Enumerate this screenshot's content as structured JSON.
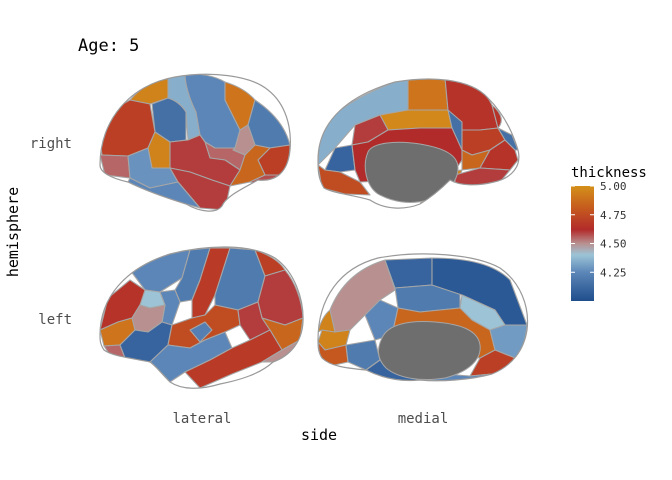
{
  "chart_data": {
    "type": "heatmap",
    "title": "Age: 5",
    "xlabel": "side",
    "ylabel": "hemisphere",
    "x_categories": [
      "lateral",
      "medial"
    ],
    "y_categories": [
      "right",
      "left"
    ],
    "legend": {
      "title": "thickness",
      "placement": "right",
      "min": 4.0,
      "max": 5.0,
      "ticks": [
        4.25,
        4.5,
        4.75,
        5.0
      ],
      "tick_labels": [
        "4.25",
        "4.50",
        "4.75",
        "5.00"
      ],
      "gradient": [
        {
          "value": 4.0,
          "color": "#1F4E8C"
        },
        {
          "value": 4.25,
          "color": "#5C86B8"
        },
        {
          "value": 4.4,
          "color": "#9CC4D6"
        },
        {
          "value": 4.5,
          "color": "#B89090"
        },
        {
          "value": 4.62,
          "color": "#B22B2B"
        },
        {
          "value": 4.8,
          "color": "#C5581E"
        },
        {
          "value": 5.0,
          "color": "#D4901A"
        }
      ]
    },
    "panels": [
      {
        "hemisphere": "right",
        "side": "lateral",
        "regions": [
          {
            "value": 4.95
          },
          {
            "value": 4.15
          },
          {
            "value": 4.35
          },
          {
            "value": 4.25
          },
          {
            "value": 4.9
          },
          {
            "value": 4.7
          },
          {
            "value": 4.55
          },
          {
            "value": 4.2
          },
          {
            "value": 4.7
          },
          {
            "value": 4.5
          },
          {
            "value": 4.55
          },
          {
            "value": 4.95
          },
          {
            "value": 4.28
          },
          {
            "value": 4.6
          },
          {
            "value": 4.6
          },
          {
            "value": 4.85
          },
          {
            "value": 4.58
          },
          {
            "value": 4.25
          }
        ]
      },
      {
        "hemisphere": "right",
        "side": "medial",
        "regions": [
          {
            "value": 4.35
          },
          {
            "value": 4.9
          },
          {
            "value": 4.65
          },
          {
            "value": 4.97
          },
          {
            "value": 4.6
          },
          {
            "value": 4.1
          },
          {
            "value": 4.75
          },
          {
            "value": 4.62
          },
          {
            "value": 4.15
          },
          {
            "value": 4.7
          },
          {
            "value": 4.65
          },
          {
            "value": 4.85
          },
          {
            "value": 4.65
          },
          {
            "value": 4.15
          },
          {
            "value": 4.95
          },
          {
            "value": 4.6
          }
        ]
      },
      {
        "hemisphere": "left",
        "side": "lateral",
        "regions": [
          {
            "value": 4.25
          },
          {
            "value": 4.2
          },
          {
            "value": 4.4
          },
          {
            "value": 4.65
          },
          {
            "value": 4.25
          },
          {
            "value": 4.68
          },
          {
            "value": 4.2
          },
          {
            "value": 4.5
          },
          {
            "value": 4.7
          },
          {
            "value": 4.6
          },
          {
            "value": 4.9
          },
          {
            "value": 4.55
          },
          {
            "value": 4.1
          },
          {
            "value": 4.75
          },
          {
            "value": 4.6
          },
          {
            "value": 4.85
          },
          {
            "value": 4.25
          },
          {
            "value": 4.68
          },
          {
            "value": 4.5
          },
          {
            "value": 4.22
          }
        ]
      },
      {
        "hemisphere": "left",
        "side": "medial",
        "regions": [
          {
            "value": 4.5
          },
          {
            "value": 4.1
          },
          {
            "value": 4.2
          },
          {
            "value": 4.05
          },
          {
            "value": 4.25
          },
          {
            "value": 4.4
          },
          {
            "value": 4.85
          },
          {
            "value": 4.95
          },
          {
            "value": 4.8
          },
          {
            "value": 4.95
          },
          {
            "value": 4.3
          },
          {
            "value": 4.2
          },
          {
            "value": 4.7
          },
          {
            "value": 4.1
          },
          {
            "value": 4.25
          }
        ]
      }
    ]
  }
}
